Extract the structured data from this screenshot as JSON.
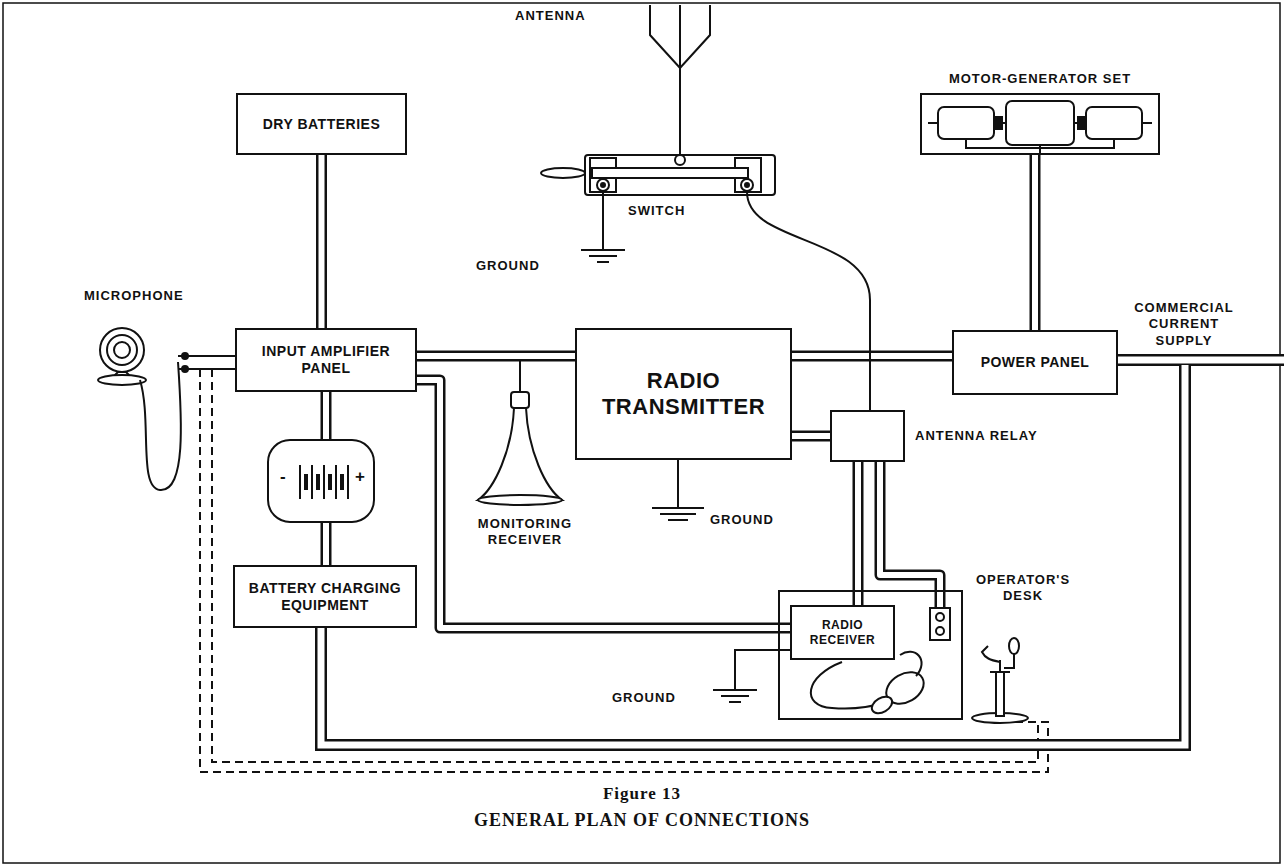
{
  "diagram": {
    "title": "GENERAL PLAN OF CONNECTIONS",
    "caption": "Figure 13",
    "nodes": [
      {
        "text": [
          "DRY BATTERIES"
        ]
      },
      {
        "text": [
          "MOTOR-GENERATOR SET"
        ]
      },
      {
        "text": [
          "INPUT AMPLIFIER PANEL"
        ]
      },
      {
        "text": [
          "RADIO TRANSMITTER"
        ]
      },
      {
        "text": [
          "POWER PANEL"
        ]
      },
      {
        "text": [
          "ANTENNA RELAY"
        ]
      },
      {
        "text": [
          "BATTERY CHARGING EQUIPMENT"
        ]
      },
      {
        "text": [
          "OPERATOR'S DESK"
        ]
      },
      {
        "text": [
          "RADIO RECEIVER"
        ],
        "in": 7
      }
    ],
    "edges": [
      {
        "from": 0,
        "to": 2,
        "arrow": "none"
      },
      {
        "from": 1,
        "to": 4,
        "arrow": "none"
      },
      {
        "from": 2,
        "to": 3,
        "arrow": "none"
      },
      {
        "from": 3,
        "to": 4,
        "arrow": "none"
      },
      {
        "from": 3,
        "to": 5,
        "arrow": "none"
      },
      {
        "from": 2,
        "to": 6,
        "arrow": "none"
      },
      {
        "from": 2,
        "to": 8,
        "arrow": "none"
      },
      {
        "from": 5,
        "to": 8,
        "arrow": "none"
      },
      {
        "from": 5,
        "to": 7,
        "arrow": "none"
      }
    ],
    "labels": [
      "ANTENNA",
      "SWITCH",
      "GROUND",
      "MICROPHONE",
      "COMMERCIAL CURRENT SUPPLY",
      "-",
      "+",
      "MONITORING RECEIVER",
      "GROUND",
      "GROUND"
    ]
  }
}
